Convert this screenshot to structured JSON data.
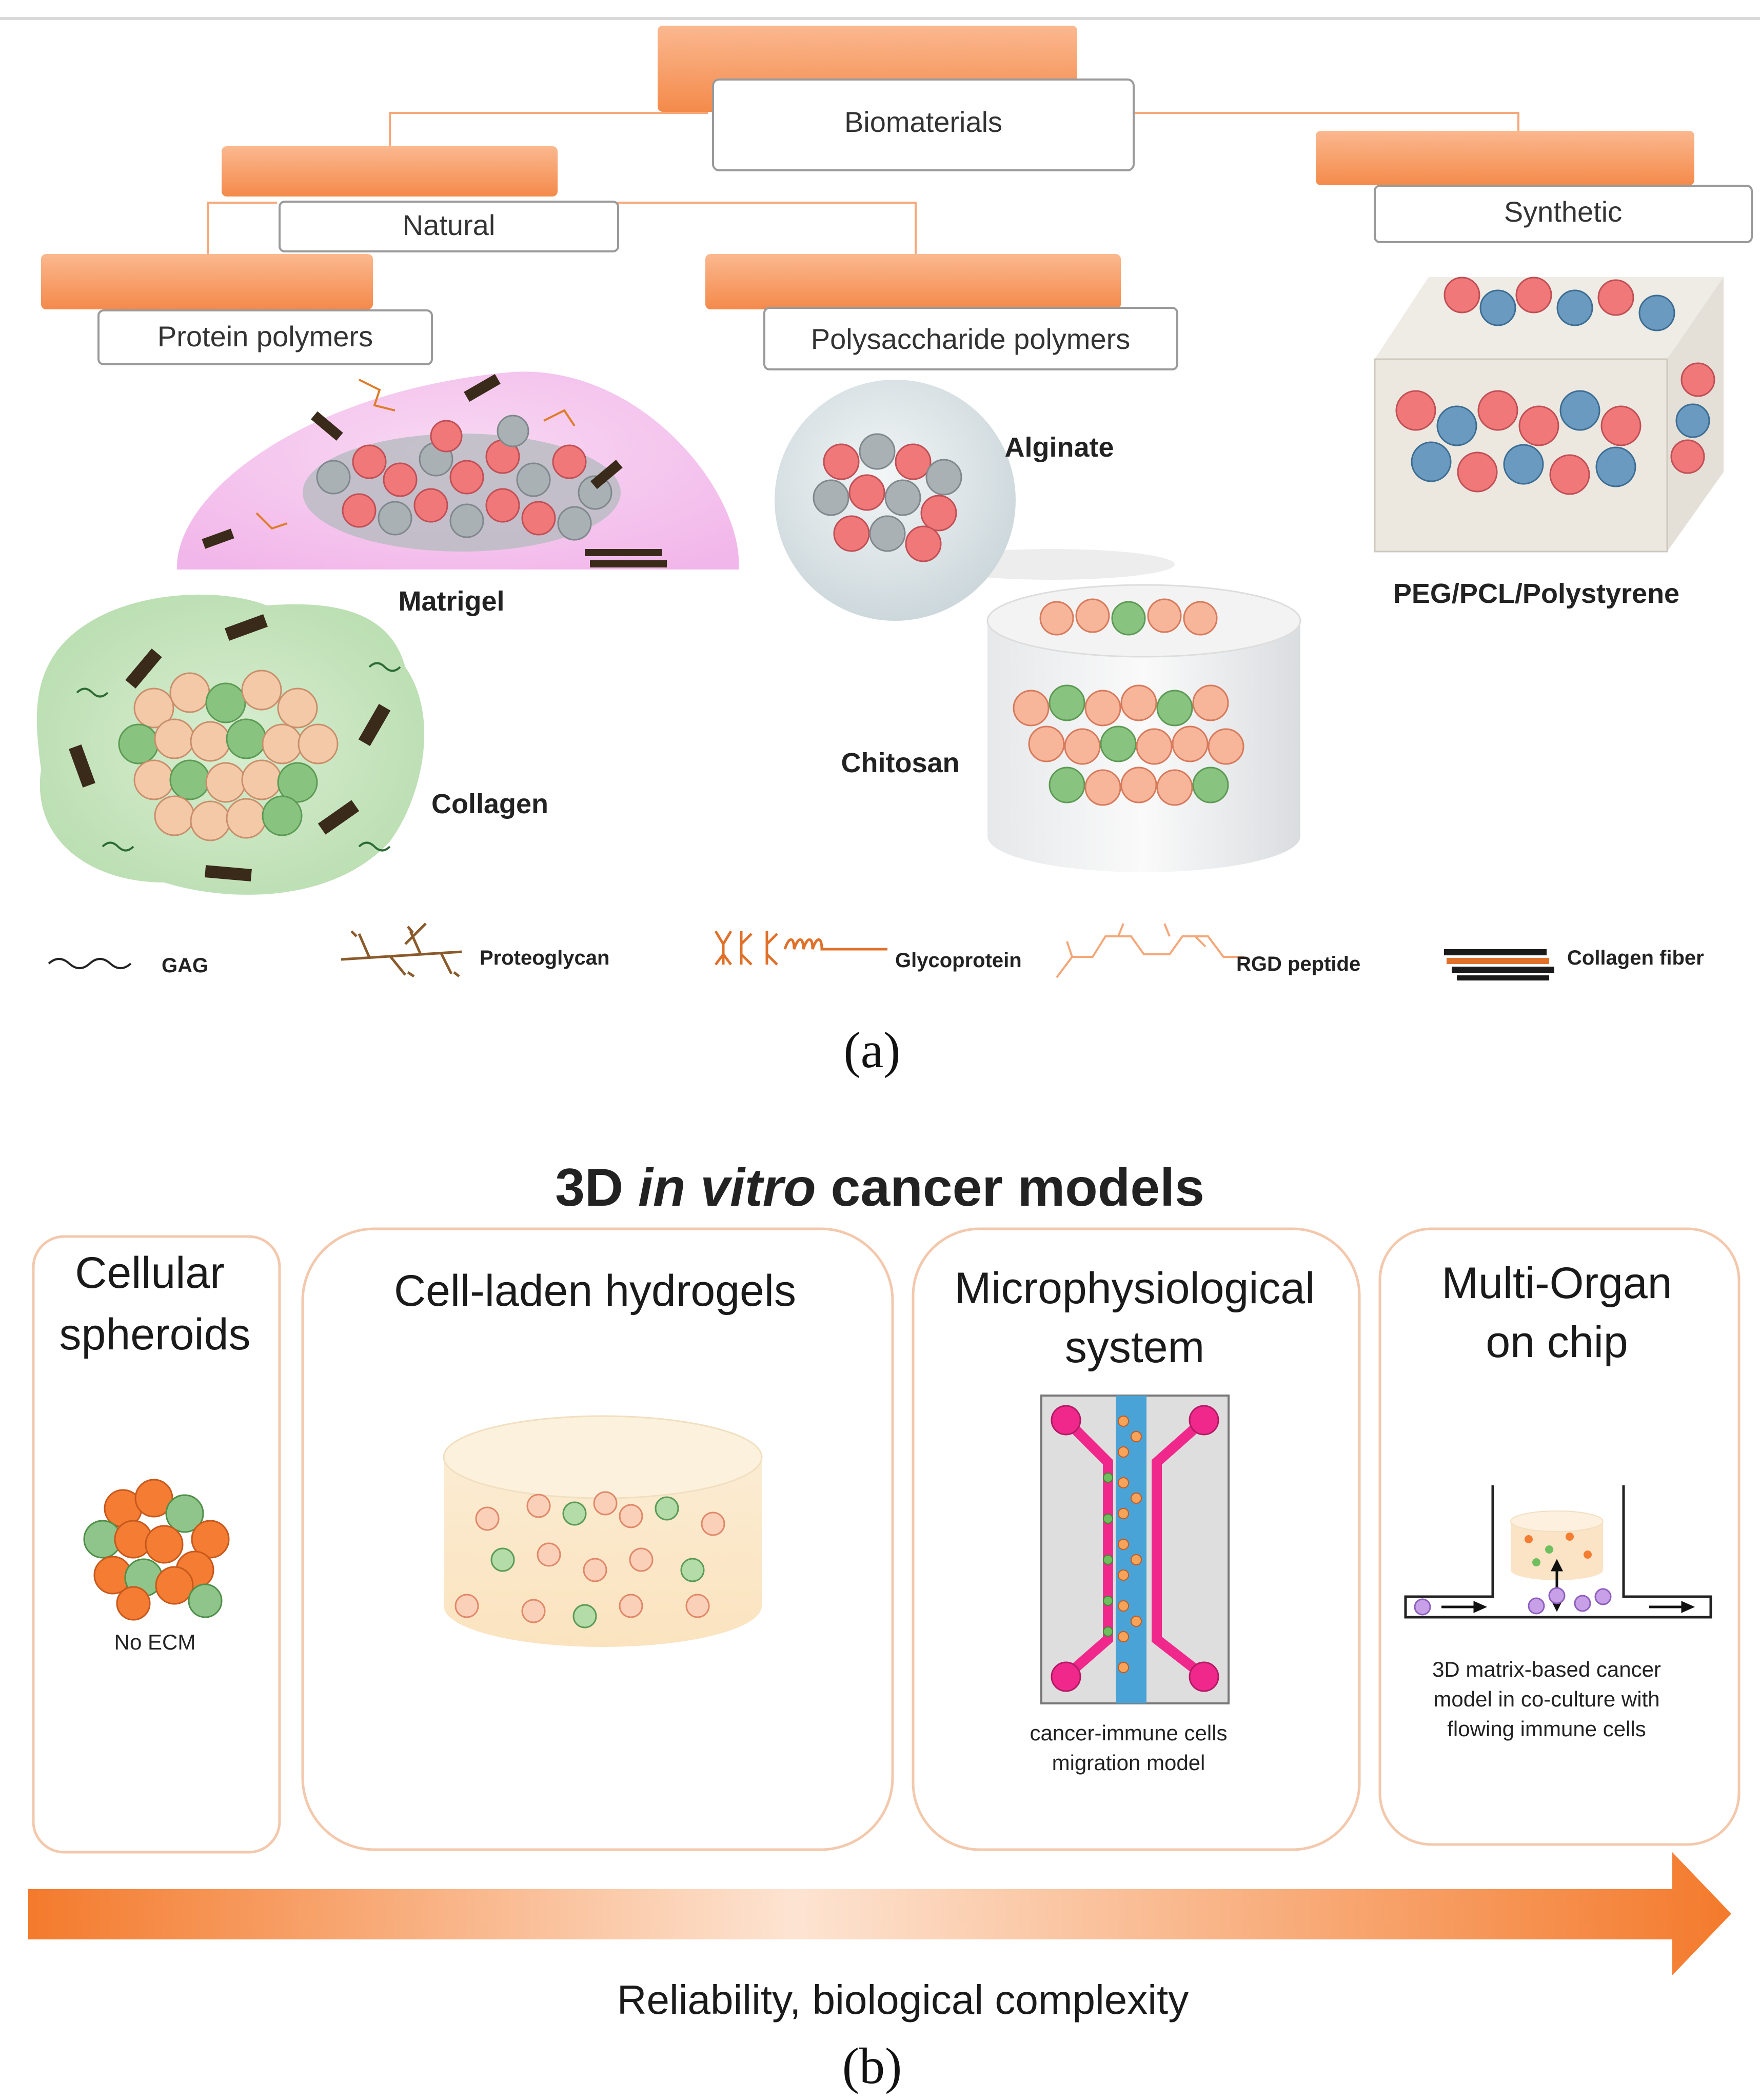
{
  "panel_a": {
    "tree": {
      "root": "Biomaterials",
      "natural": "Natural",
      "synthetic": "Synthetic",
      "protein": "Protein polymers",
      "polysaccharide": "Polysaccharide polymers"
    },
    "materials": {
      "matrigel": "Matrigel",
      "collagen": "Collagen",
      "alginate": "Alginate",
      "chitosan": "Chitosan",
      "synthetic_material": "PEG/PCL/Polystyrene"
    },
    "legend": {
      "gag": "GAG",
      "proteoglycan": "Proteoglycan",
      "glycoprotein": "Glycoprotein",
      "rgd": "RGD peptide",
      "collagen_fiber": "Collagen fiber"
    },
    "label": "(a)"
  },
  "panel_b": {
    "title_pre": "3D ",
    "title_italic": "in vitro",
    "title_post": " cancer models",
    "cards": [
      {
        "title_lines": [
          "Cellular",
          "spheroids"
        ],
        "caption_lines": [
          "No ECM"
        ]
      },
      {
        "title_lines": [
          "Cell-laden hydrogels"
        ],
        "caption_lines": []
      },
      {
        "title_lines": [
          "Microphysiological",
          "system"
        ],
        "caption_lines": [
          "cancer-immune cells",
          "migration model"
        ]
      },
      {
        "title_lines": [
          "Multi-Organ",
          "on chip"
        ],
        "caption_lines": [
          "3D matrix-based cancer",
          "model in co-culture with",
          "flowing immune cells"
        ]
      }
    ],
    "arrow_label": "Reliability, biological complexity",
    "label": "(b)"
  },
  "colors": {
    "orange": "#f7955a",
    "orange_light": "#fbc6a3",
    "card_border": "#f3c8ac",
    "pink": "#f4c7ee",
    "green": "#c9e6c0",
    "cell_red": "#f07878",
    "cell_grey": "#a9b1b4",
    "cell_tan": "#f3c9a8",
    "cell_green": "#88c47f",
    "chip_pink": "#f0288c",
    "chip_blue": "#4aa3d6"
  }
}
